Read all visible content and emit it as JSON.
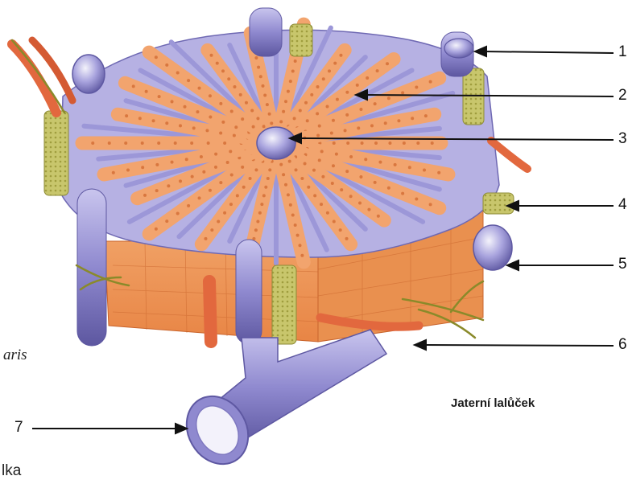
{
  "caption": "Jaterní lalůček",
  "callouts": [
    {
      "number": "1"
    },
    {
      "number": "2"
    },
    {
      "number": "3"
    },
    {
      "number": "4"
    },
    {
      "number": "5"
    },
    {
      "number": "6"
    },
    {
      "number": "7"
    }
  ],
  "edge_fragments": {
    "left_middle": "aris",
    "bottom_left": "lka"
  },
  "colors": {
    "hepatocyte": "#f2a46e",
    "hepatocyte_edge": "#d9773f",
    "vein": "#9c97d8",
    "vein_dark": "#6f69b3",
    "artery": "#e2683e",
    "bile_duct": "#c5c46a",
    "nerve": "#8a8a2a",
    "arrow": "#111111"
  }
}
